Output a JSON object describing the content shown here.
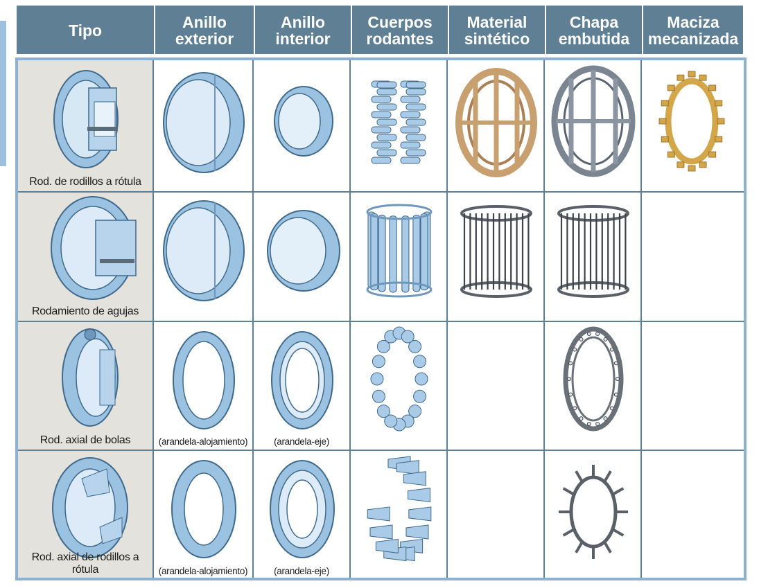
{
  "header": {
    "tipo": "Tipo",
    "anillo_exterior": "Anillo\nexterior",
    "anillo_interior": "Anillo\ninterior",
    "cuerpos_rodantes": "Cuerpos\nrodantes",
    "material_sintetico": "Material\nsintético",
    "chapa_embutida": "Chapa\nembutida",
    "maciza_mecanizada": "Maciza\nmecanizada"
  },
  "rows": [
    {
      "tipo": "Rod. de rodillos a rótula"
    },
    {
      "tipo": "Rodamiento de agujas"
    },
    {
      "tipo": "Rod. axial de bolas",
      "anillo_exterior": "(arandela-alojamiento)",
      "anillo_interior": "(arandela-eje)"
    },
    {
      "tipo": "Rod. axial de rodillos a rótula",
      "anillo_exterior": "(arandela-alojamiento)",
      "anillo_interior": "(arandela-eje)"
    }
  ],
  "colors": {
    "header_bg": "#5e7f94",
    "tipo_bg": "#e3e2dc",
    "part_blue": "#7fa9cf",
    "cage_brown": "#c8a070",
    "cage_gray": "#6a7077",
    "cage_gold": "#d3a64a"
  }
}
